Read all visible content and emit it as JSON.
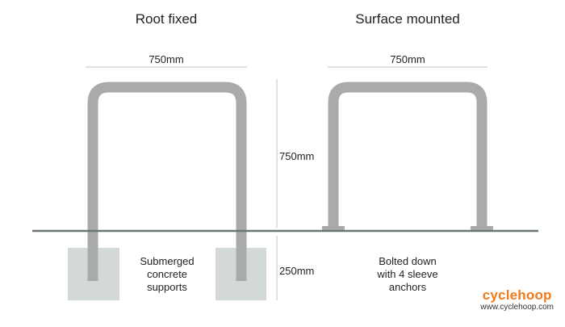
{
  "titles": {
    "root_fixed": "Root fixed",
    "surface_mounted": "Surface mounted"
  },
  "dimensions": {
    "width_left": "750mm",
    "width_right": "750mm",
    "height_above": "750mm",
    "depth_below": "250mm"
  },
  "notes": {
    "root_fixed": [
      "Submerged",
      "concrete",
      "supports"
    ],
    "surface_mounted": [
      "Bolted down",
      "with 4 sleeve",
      "anchors"
    ]
  },
  "brand": {
    "name": "cyclehoop",
    "url": "www.cyclehoop.com"
  },
  "colors": {
    "hoop": "#a9aba9",
    "ground": "#6b7772",
    "concrete": "#d3d9d5",
    "dimension_line": "#c4c4c4",
    "brand": "#f07a1a"
  }
}
